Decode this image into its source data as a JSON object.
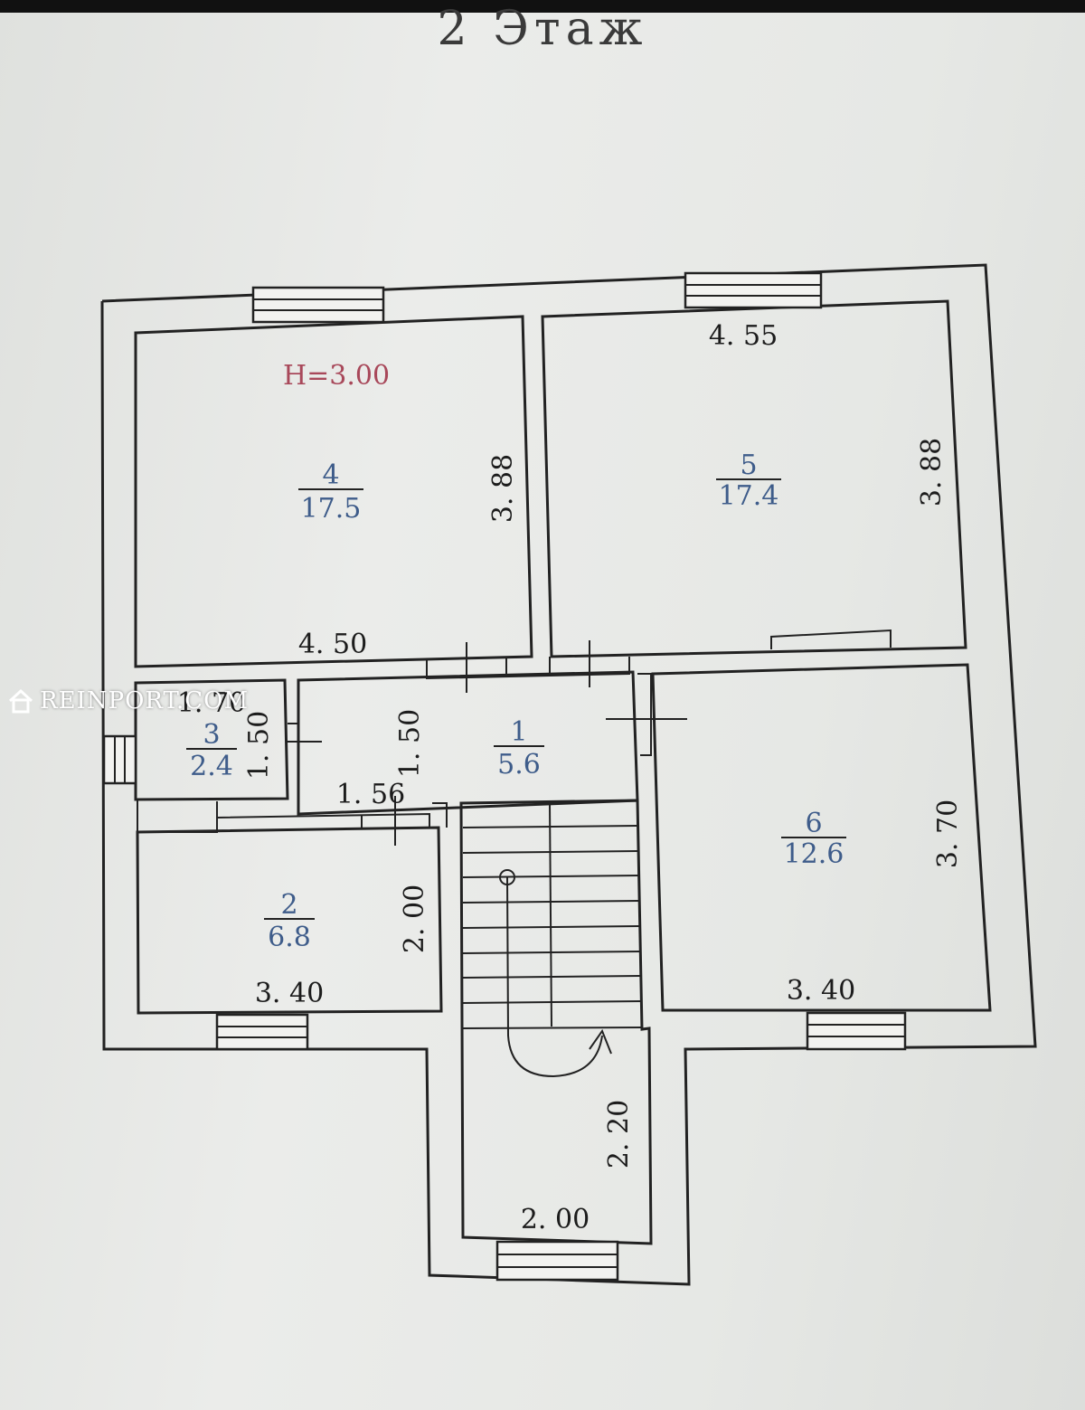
{
  "title": "2 Этаж",
  "height_label": "H=3.00",
  "watermark": "REINPORT.COM",
  "rooms": [
    {
      "id": "1",
      "number": "1",
      "area": "5.6"
    },
    {
      "id": "2",
      "number": "2",
      "area": "6.8"
    },
    {
      "id": "3",
      "number": "3",
      "area": "2.4"
    },
    {
      "id": "4",
      "number": "4",
      "area": "17.5"
    },
    {
      "id": "5",
      "number": "5",
      "area": "17.4"
    },
    {
      "id": "6",
      "number": "6",
      "area": "12.6"
    }
  ],
  "dimensions": {
    "room4_width": "4. 50",
    "room4_height": "3. 88",
    "room5_width": "4. 55",
    "room5_height": "3. 88",
    "room3_width": "1. 70",
    "room3_height": "1. 50",
    "room1_height": "1. 50",
    "room1_width": "1. 56",
    "room2_height": "2. 00",
    "room2_width": "3. 40",
    "room6_height": "3. 70",
    "room6_width": "3. 40",
    "stair_height": "2. 20",
    "stair_width": "2. 00"
  }
}
